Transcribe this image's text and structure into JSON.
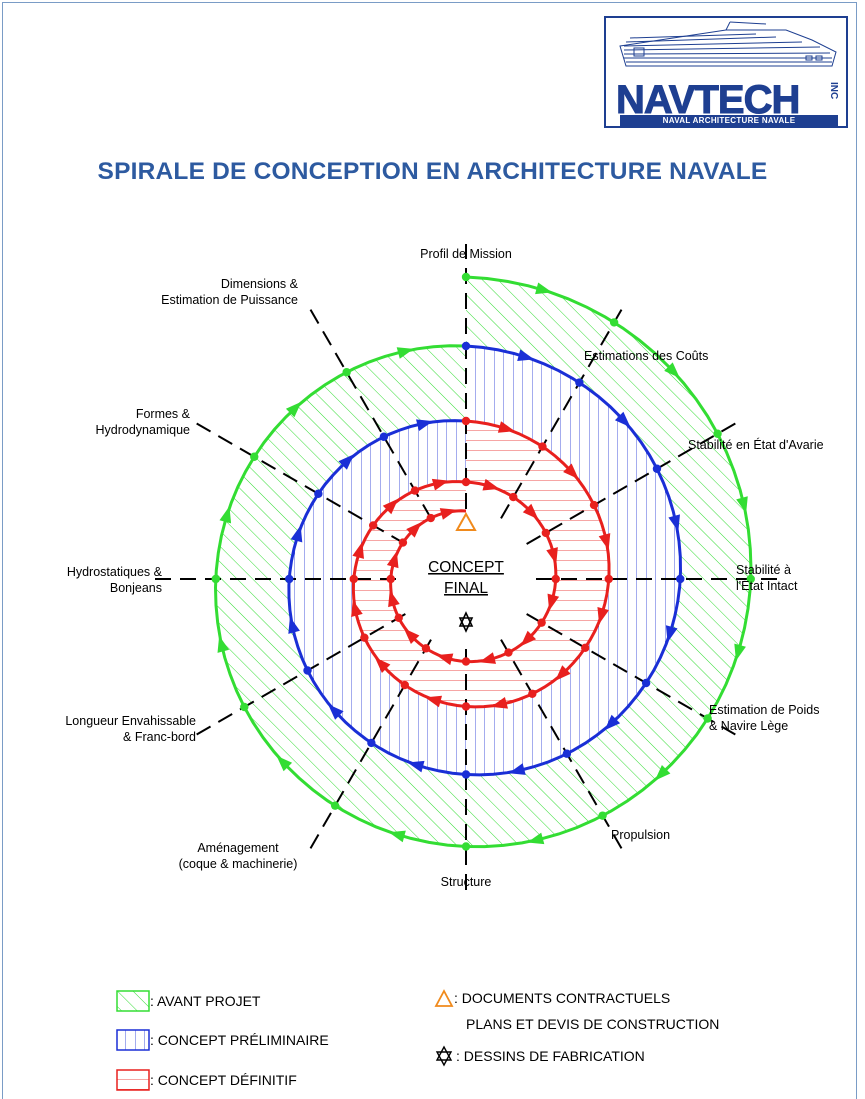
{
  "logo": {
    "word": "NAVTECH",
    "inc": "INC",
    "tagline": "NAVAL ARCHITECTURE NAVALE"
  },
  "title": "SPIRALE DE CONCEPTION EN ARCHITECTURE NAVALE",
  "diagram": {
    "center_lines": [
      "CONCEPT",
      "FINAL"
    ],
    "spokes": [
      {
        "lines": [
          "Profil  de  Mission"
        ]
      },
      {
        "lines": [
          "Estimations  des Coûts"
        ]
      },
      {
        "lines": [
          "Stabilité en État d'Avarie"
        ]
      },
      {
        "lines": [
          "Stabilité à",
          "l'État Intact"
        ]
      },
      {
        "lines": [
          "Estimation de Poids",
          "& Navire Lège"
        ]
      },
      {
        "lines": [
          "Propulsion"
        ]
      },
      {
        "lines": [
          "Structure"
        ]
      },
      {
        "lines": [
          "Aménagement",
          "(coque & machinerie)"
        ]
      },
      {
        "lines": [
          "Longueur Envahissable",
          "& Franc-bord"
        ]
      },
      {
        "lines": [
          "Hydrostatiques &",
          "Bonjeans"
        ]
      },
      {
        "lines": [
          "Formes &",
          "Hydrodynamique"
        ]
      },
      {
        "lines": [
          "Dimensions &",
          "Estimation de Puissance"
        ]
      }
    ],
    "colors": {
      "avant_projet": "#33dd33",
      "concept_preliminaire": "#1a2fd6",
      "concept_definitif": "#e8201e",
      "documents": "#f08a1c"
    }
  },
  "legend": {
    "avant_projet": ": AVANT  PROJET",
    "concept_preliminaire": ": CONCEPT  PRÉLIMINAIRE",
    "concept_definitif": ": CONCEPT  DÉFINITIF",
    "documents_line1": ": DOCUMENTS  CONTRACTUELS",
    "documents_line2": "PLANS  ET  DEVIS  DE  CONSTRUCTION",
    "fabrication": ": DESSINS  DE  FABRICATION"
  }
}
